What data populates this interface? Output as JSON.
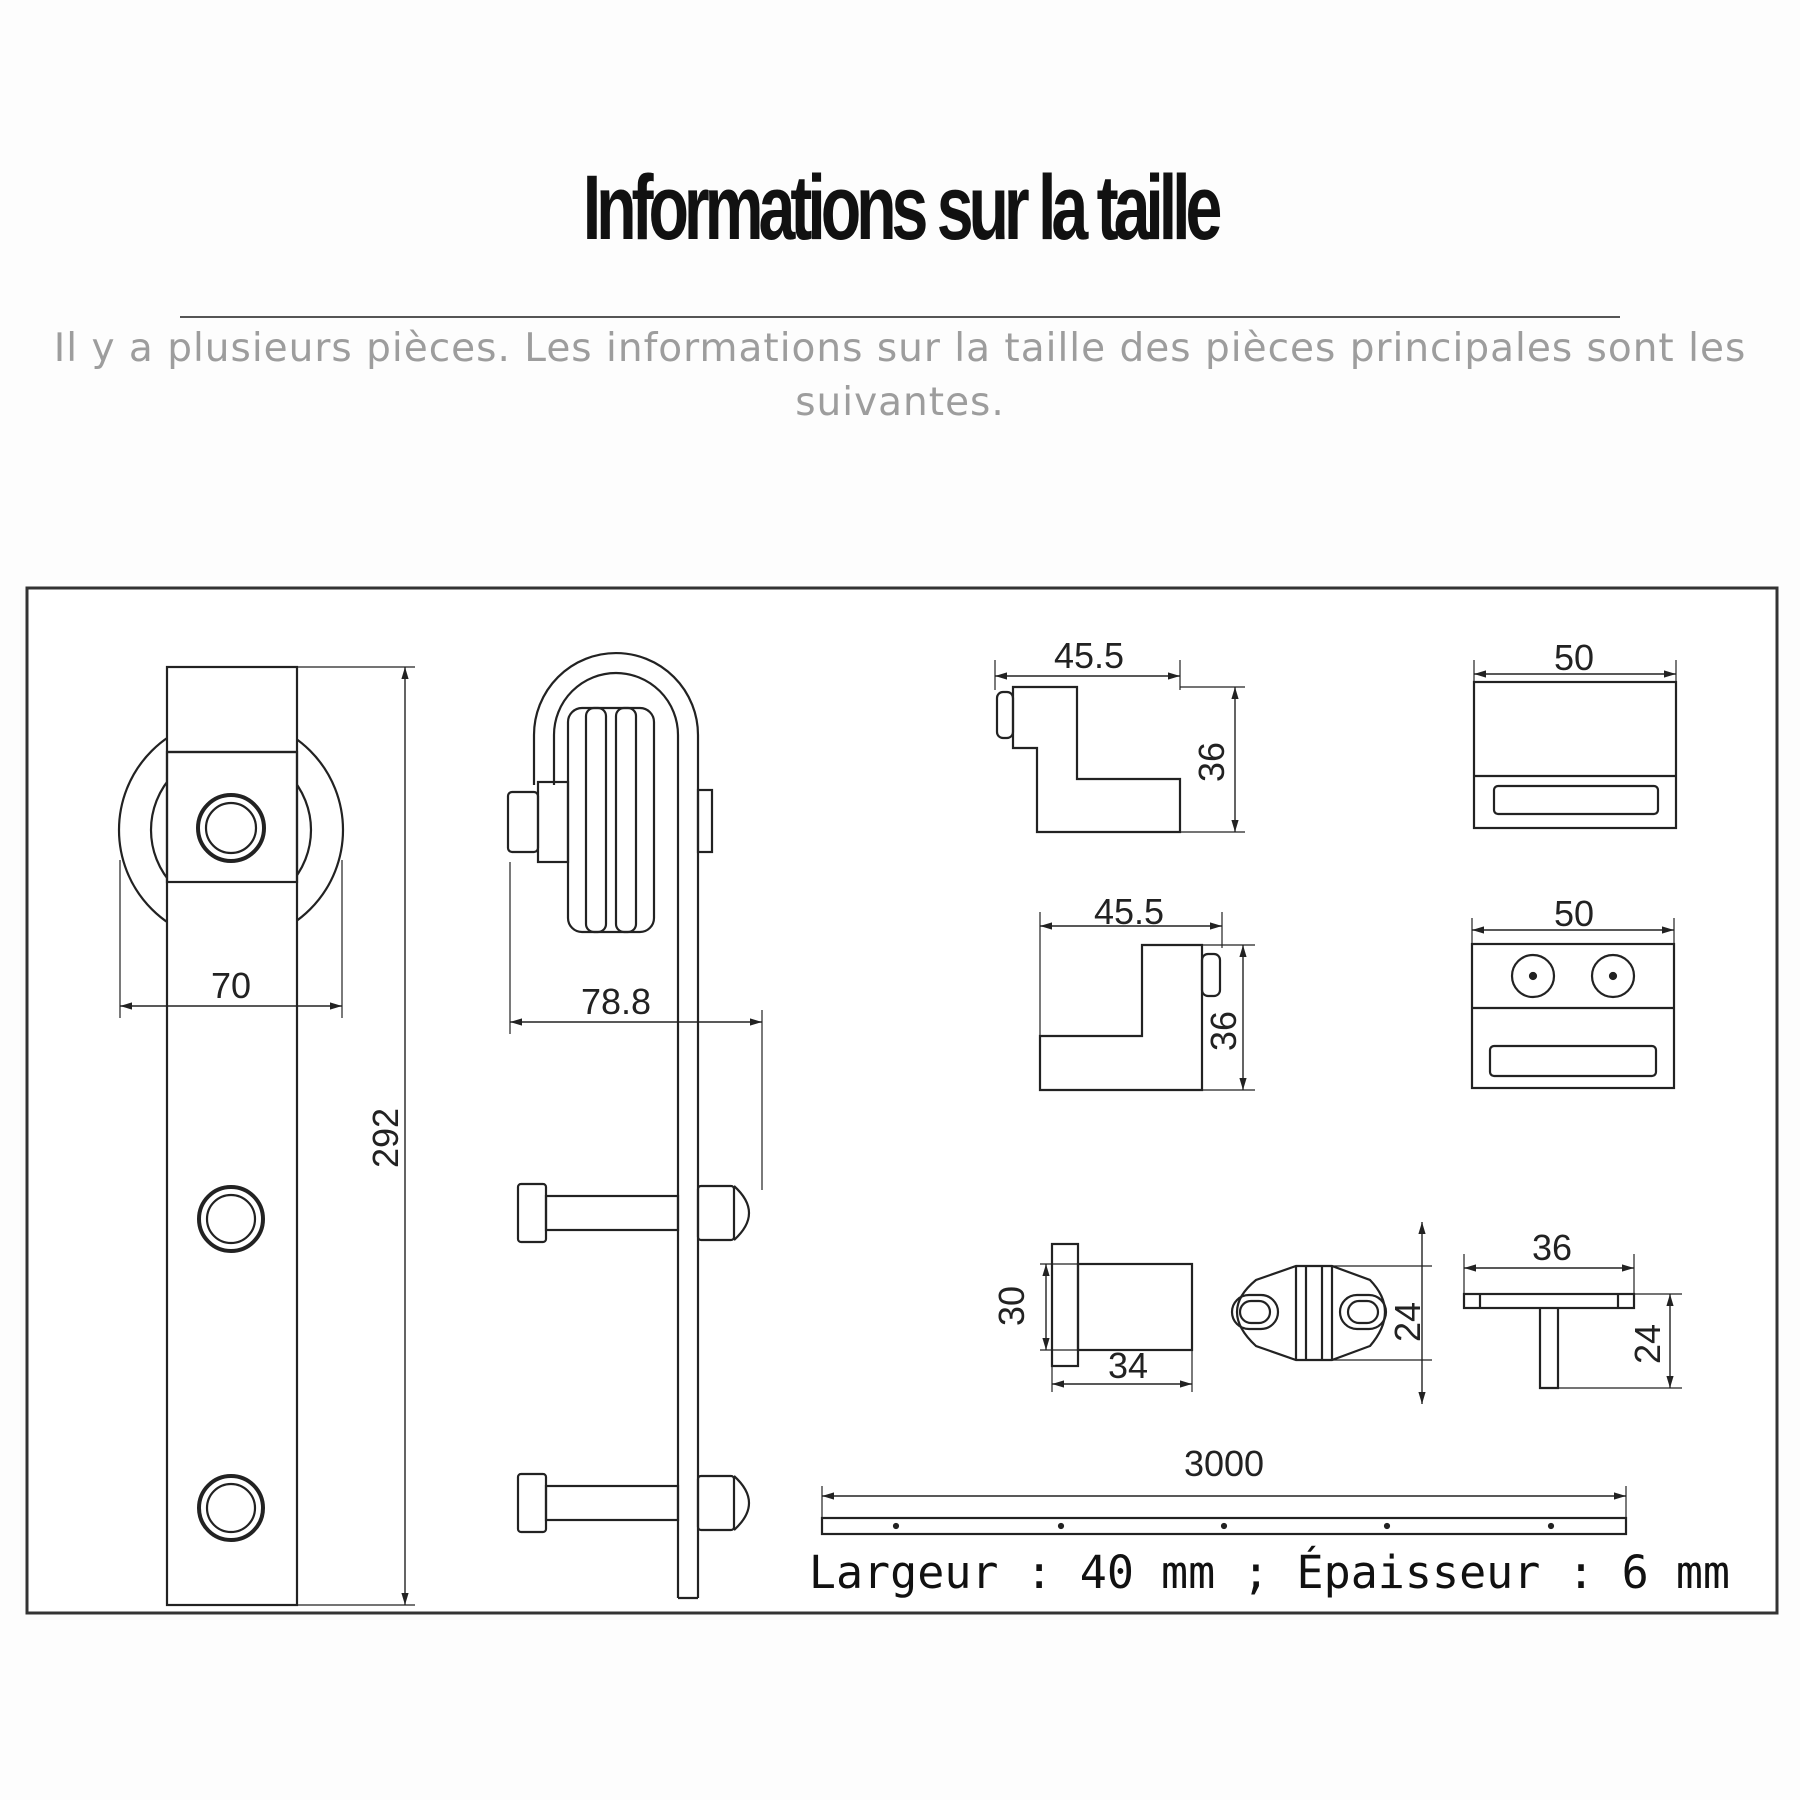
{
  "header": {
    "title": "Informations sur la taille",
    "subtitle": "Il y a plusieurs pièces. Les informations sur la taille des pièces principales sont les suivantes."
  },
  "dimensions": {
    "hanger_width": "70",
    "hanger_height": "292",
    "hanger_side_width": "78.8",
    "stopper_top_width": "45.5",
    "stopper_top_height": "36",
    "stopper_bottom_width": "45.5",
    "stopper_bottom_height": "36",
    "cap_top_width": "50",
    "cap_bottom_width": "50",
    "guide_height": "30",
    "guide_width": "34",
    "guide_plate_height": "24",
    "tguide_width": "36",
    "tguide_height": "24",
    "rail_length": "3000"
  },
  "note": "Largeur : 40 mm ; Épaisseur : 6 mm"
}
